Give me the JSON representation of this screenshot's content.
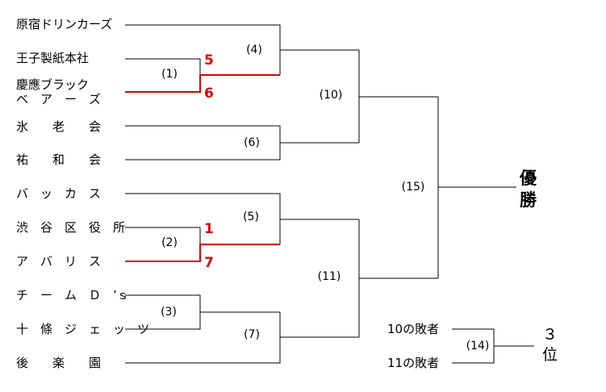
{
  "teams": [
    "原宿ドリンカーズ",
    "王子製紙本社",
    "慶應ブラック",
    "ベ　ア　ー　ズ",
    "氷　　老　　会",
    "祐　　和　　会",
    "バ　ッ　カ　ス",
    "渋　谷　区　役　所",
    "ア　バ　リ　ス",
    "チ　ー　ム　Ｄ　’ｓ",
    "十　條　ジ　ェ　ッ　ツ",
    "後　　楽　　園"
  ],
  "matches": {
    "m1": "(1)",
    "m2": "(2)",
    "m3": "(3)",
    "m4": "(4)",
    "m5": "(5)",
    "m6": "(6)",
    "m7": "(7)",
    "m10": "(10)",
    "m11": "(11)",
    "m14": "(14)",
    "m15": "(15)"
  },
  "scores": {
    "m1_top": "5",
    "m1_bottom": "6",
    "m2_top": "1",
    "m2_bottom": "7"
  },
  "champion_label": [
    "優",
    "勝"
  ],
  "third_place": {
    "loser10": "10の敗者",
    "loser11": "11の敗者",
    "label": [
      "３",
      "位"
    ]
  },
  "colors": {
    "line": "#000000",
    "winner": "#dd0000"
  }
}
